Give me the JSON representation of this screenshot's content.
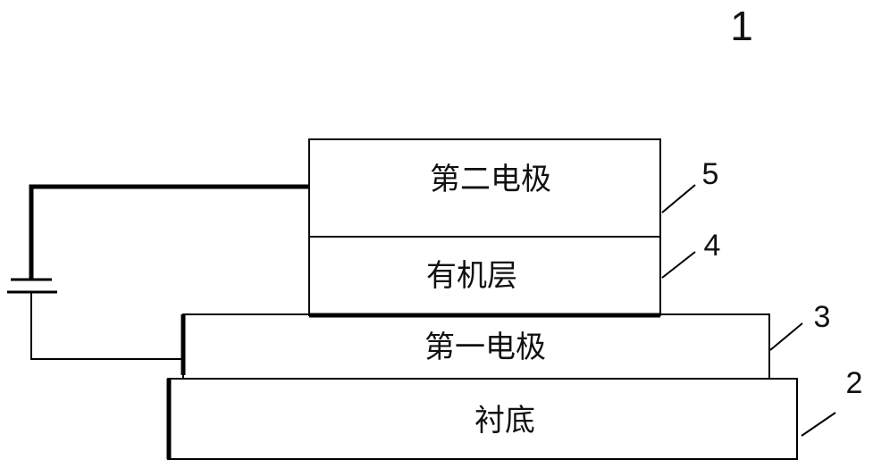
{
  "figure_number": "1",
  "layers": [
    {
      "id": "second-electrode",
      "label": "第二电极",
      "number": "5"
    },
    {
      "id": "organic-layer",
      "label": "有机层",
      "number": "4"
    },
    {
      "id": "first-electrode",
      "label": "第一电极",
      "number": "3"
    },
    {
      "id": "substrate",
      "label": "衬底",
      "number": "2"
    }
  ],
  "colors": {
    "stroke": "#000000",
    "background": "#ffffff"
  },
  "icons": {
    "power_source": "battery-icon"
  }
}
